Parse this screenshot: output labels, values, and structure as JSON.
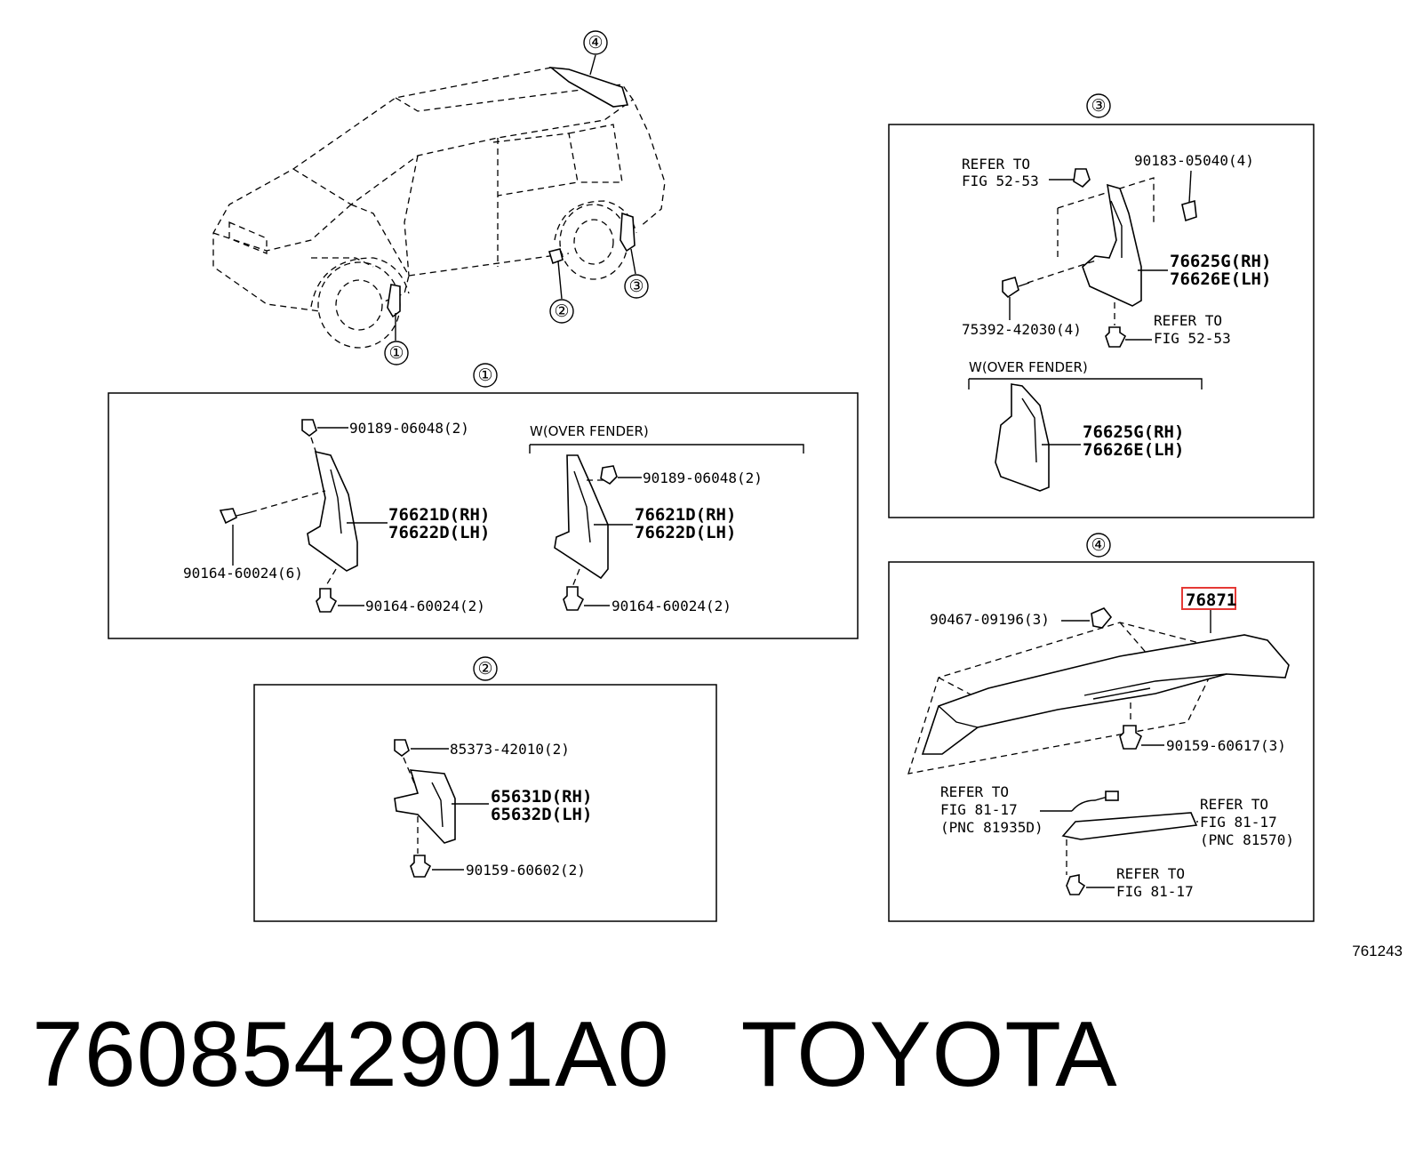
{
  "diagram": {
    "callouts": {
      "overview": [
        "①",
        "②",
        "③",
        "④"
      ],
      "panel1": "①",
      "panel2": "②",
      "panel3": "③",
      "panel4": "④"
    },
    "panel1": {
      "top_clip": "90189-06048(2)",
      "screw_left": "90164-60024(6)",
      "screw_bottom": "90164-60024(2)",
      "mudguard_rh": "76621D(RH)",
      "mudguard_lh": "76622D(LH)",
      "variant_label": "W(OVER FENDER)",
      "variant_clip": "90189-06048(2)",
      "variant_mudguard_rh": "76621D(RH)",
      "variant_mudguard_lh": "76622D(LH)",
      "variant_screw": "90164-60024(2)"
    },
    "panel2": {
      "clip": "85373-42010(2)",
      "guard_rh": "65631D(RH)",
      "guard_lh": "65632D(LH)",
      "screw": "90159-60602(2)"
    },
    "panel3": {
      "refer_top_1": "REFER TO",
      "refer_top_2": "FIG 52-53",
      "nut": "90183-05040(4)",
      "mudguard_rh": "76625G(RH)",
      "mudguard_lh": "76626E(LH)",
      "bolt": "75392-42030(4)",
      "refer_bottom_1": "REFER TO",
      "refer_bottom_2": "FIG 52-53",
      "variant_label": "W(OVER FENDER)",
      "variant_mudguard_rh": "76625G(RH)",
      "variant_mudguard_lh": "76626E(LH)"
    },
    "panel4": {
      "spoiler_part": "76871",
      "clip": "90467-09196(3)",
      "screw": "90159-60617(3)",
      "refer_left_1": "REFER TO",
      "refer_left_2": "FIG 81-17",
      "refer_left_3": "(PNC 81935D)",
      "refer_right_1": "REFER TO",
      "refer_right_2": "FIG 81-17",
      "refer_right_3": "(PNC 81570)",
      "refer_bottom_1": "REFER TO",
      "refer_bottom_2": "FIG 81-17"
    },
    "figure_number": "761243"
  },
  "caption": {
    "part_number": "7608542901A0",
    "brand": "TOYOTA"
  },
  "colors": {
    "highlight_box": "#e53935"
  }
}
